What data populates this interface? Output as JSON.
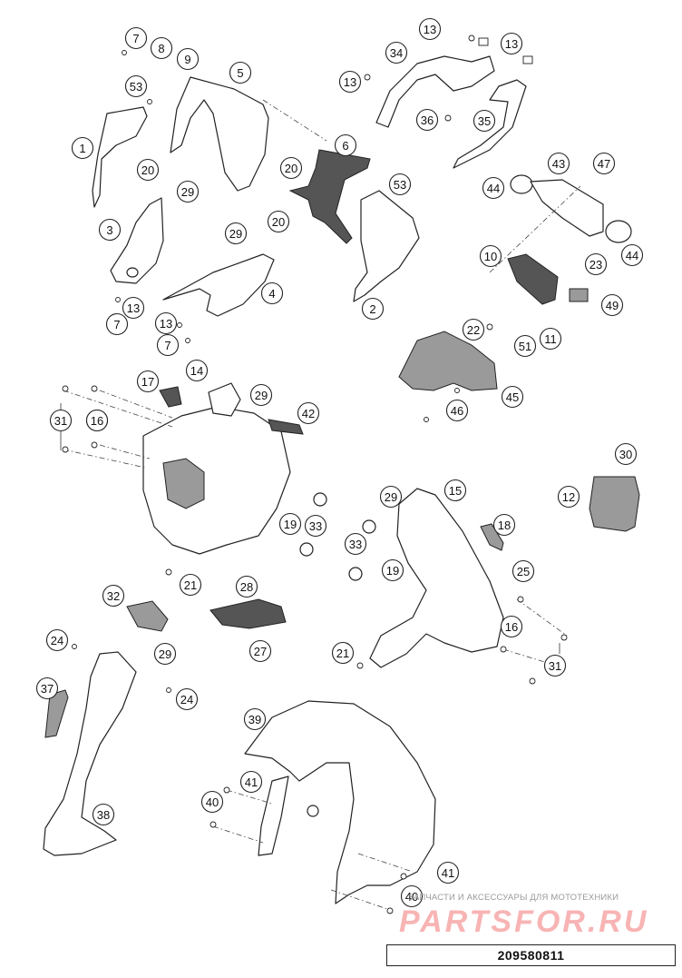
{
  "document_number": "209580811",
  "watermark": {
    "caption": "ЗАПЧАСТИ И АКСЕССУАРЫ ДЛЯ МОТОТЕХНИКИ",
    "logo": "PARTSFOR.RU"
  },
  "callouts": [
    "7",
    "8",
    "9",
    "5",
    "53",
    "1",
    "20",
    "29",
    "3",
    "13",
    "7",
    "29",
    "20",
    "4",
    "13",
    "7",
    "6",
    "20",
    "53",
    "2",
    "34",
    "13",
    "13",
    "36",
    "13",
    "35",
    "43",
    "47",
    "44",
    "44",
    "10",
    "23",
    "49",
    "11",
    "51",
    "22",
    "45",
    "46",
    "17",
    "14",
    "29",
    "42",
    "31",
    "16",
    "16",
    "19",
    "33",
    "21",
    "15",
    "29",
    "18",
    "30",
    "12",
    "33",
    "19",
    "25",
    "16",
    "31",
    "21",
    "32",
    "28",
    "24",
    "29",
    "27",
    "24",
    "37",
    "38",
    "39",
    "41",
    "40",
    "41",
    "40"
  ]
}
